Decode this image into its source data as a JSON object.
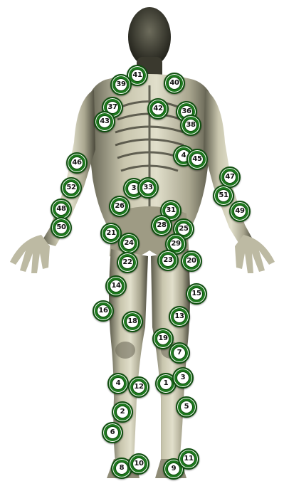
{
  "colors": {
    "marker_fill": "#1f7a1f",
    "marker_border": "#0f4f0f",
    "marker_center": "#ffffff",
    "marker_text": "#111111",
    "body_tone": "#b9b6a0"
  },
  "markers": [
    {
      "label": "41"
    },
    {
      "label": "39"
    },
    {
      "label": "40"
    },
    {
      "label": "42"
    },
    {
      "label": "37"
    },
    {
      "label": "36"
    },
    {
      "label": "43"
    },
    {
      "label": "38"
    },
    {
      "label": "46"
    },
    {
      "label": "4"
    },
    {
      "label": "45"
    },
    {
      "label": "47"
    },
    {
      "label": "52"
    },
    {
      "label": "51"
    },
    {
      "label": "3"
    },
    {
      "label": "33"
    },
    {
      "label": "26"
    },
    {
      "label": "48"
    },
    {
      "label": "49"
    },
    {
      "label": "31"
    },
    {
      "label": "50"
    },
    {
      "label": "21"
    },
    {
      "label": "28"
    },
    {
      "label": "25"
    },
    {
      "label": "24"
    },
    {
      "label": "29"
    },
    {
      "label": "22"
    },
    {
      "label": "23"
    },
    {
      "label": "20"
    },
    {
      "label": "14"
    },
    {
      "label": "15"
    },
    {
      "label": "16"
    },
    {
      "label": "18"
    },
    {
      "label": "13"
    },
    {
      "label": "19"
    },
    {
      "label": "7"
    },
    {
      "label": "4"
    },
    {
      "label": "12"
    },
    {
      "label": "1"
    },
    {
      "label": "3"
    },
    {
      "label": "2"
    },
    {
      "label": "5"
    },
    {
      "label": "6"
    },
    {
      "label": "8"
    },
    {
      "label": "10"
    },
    {
      "label": "9"
    },
    {
      "label": "11"
    }
  ]
}
